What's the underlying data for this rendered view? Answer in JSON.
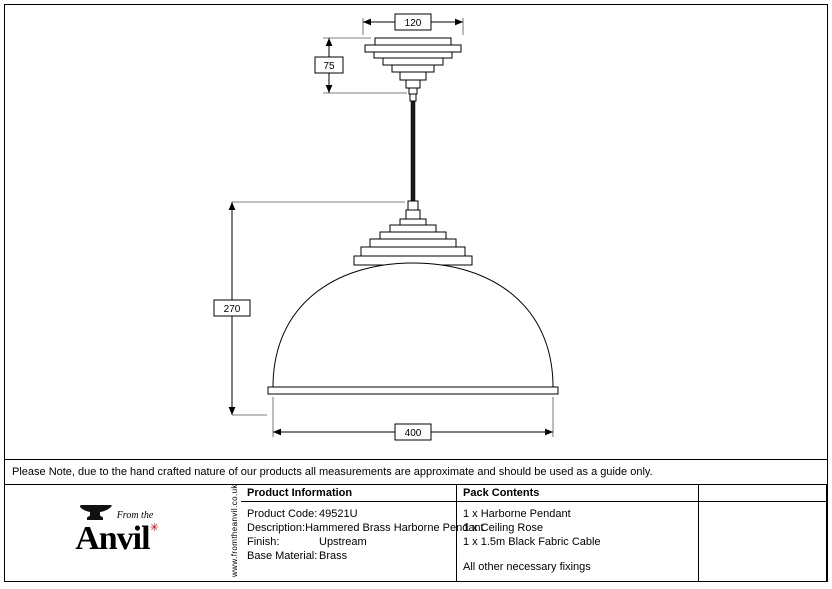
{
  "note": "Please Note, due to the hand crafted nature of our products all measurements are approximate and should be used as a guide only.",
  "drawing": {
    "dims": {
      "rose_width": "120",
      "rose_height": "75",
      "pendant_height": "270",
      "shade_width": "400"
    }
  },
  "product_info": {
    "header": "Product Information",
    "rows": [
      {
        "label": "Product Code:",
        "value": "49521U"
      },
      {
        "label": "Description:",
        "value": "Hammered Brass Harborne Pendant"
      },
      {
        "label": "Finish:",
        "value": "Upstream"
      },
      {
        "label": "Base Material:",
        "value": "Brass"
      }
    ]
  },
  "pack_contents": {
    "header": "Pack Contents",
    "items": [
      "1 x Harborne Pendant",
      "1 x Ceiling Rose",
      "1 x 1.5m Black Fabric Cable"
    ],
    "footer": "All other necessary fixings"
  },
  "logo": {
    "from_the": "From the",
    "name": "Anvil",
    "star": "✳",
    "website": "www.fromtheanvil.co.uk"
  }
}
